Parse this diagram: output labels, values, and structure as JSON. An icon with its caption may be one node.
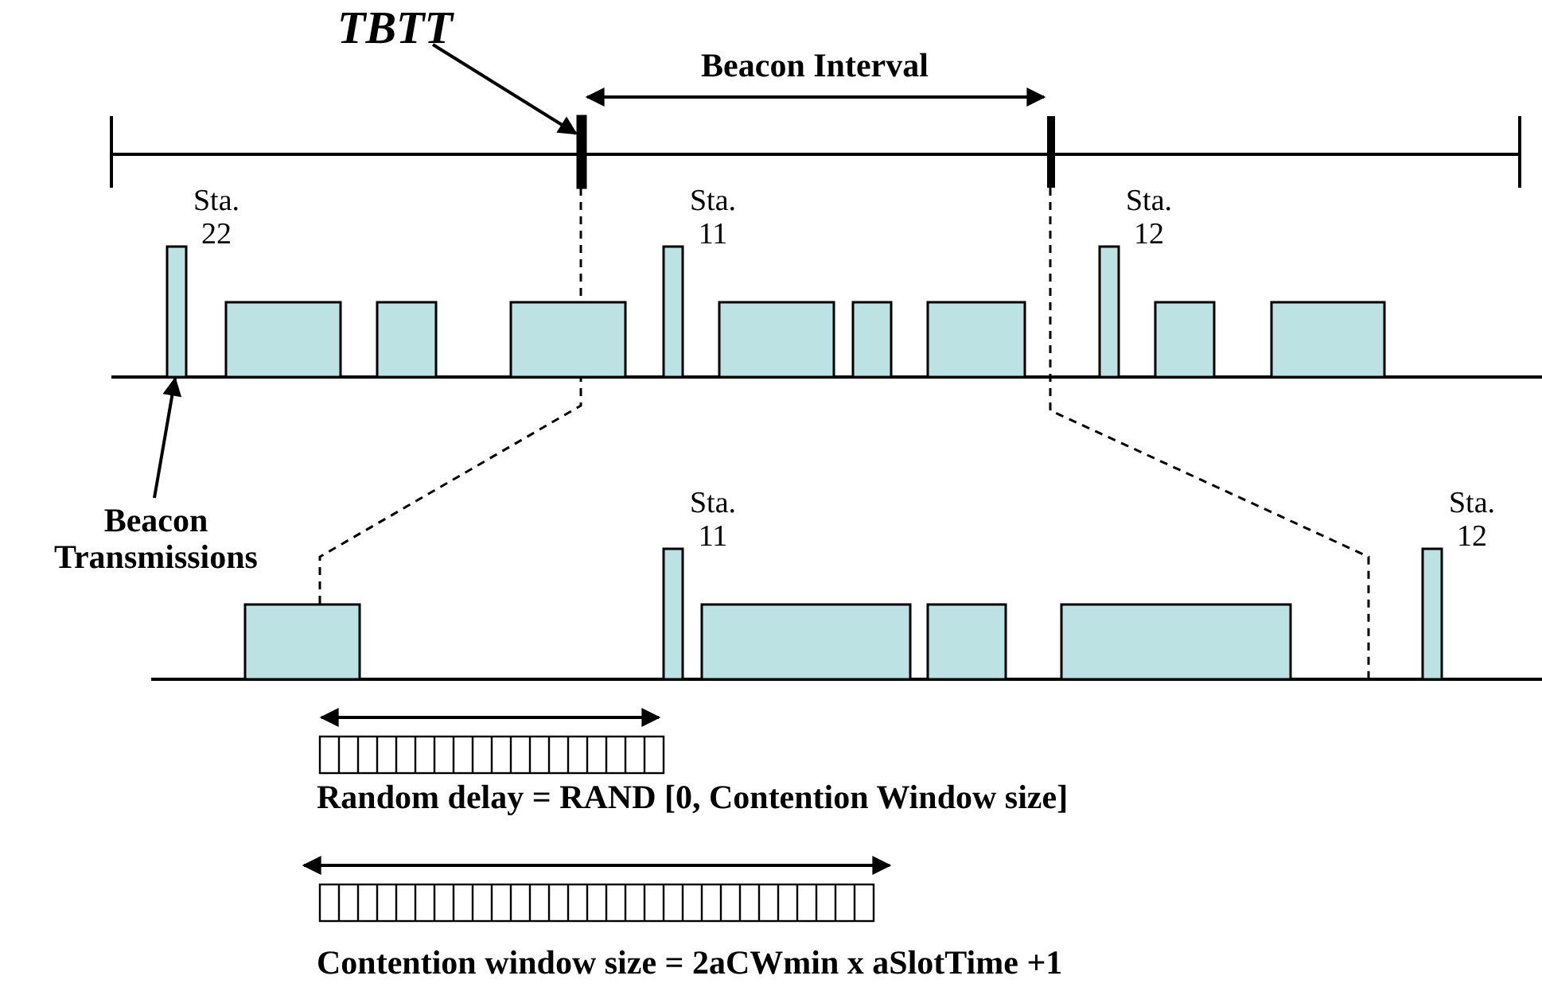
{
  "diagram": {
    "nodes": [
      {
        "text": [
          "TBTT"
        ]
      },
      {
        "text": [],
        "shape": "bar"
      },
      {
        "text": [
          "Beacon Transmissions"
        ]
      },
      {
        "text": [],
        "shape": "bar",
        "beside": [
          "Sta. 22"
        ]
      },
      {
        "text": [],
        "shape": "bar",
        "beside": [
          "Sta. 11"
        ]
      },
      {
        "text": [],
        "shape": "bar",
        "beside": [
          "Sta. 12"
        ]
      },
      {
        "text": [],
        "shape": "bar",
        "beside": [
          "Sta. 11"
        ]
      },
      {
        "text": [],
        "shape": "bar",
        "beside": [
          "Sta. 12"
        ]
      }
    ],
    "edges": [
      {
        "from": 0,
        "to": 1,
        "arrow": "to"
      },
      {
        "from": 2,
        "to": 3,
        "arrow": "to"
      }
    ],
    "labels": [
      "Beacon Interval",
      "Random delay = RAND [0, Contention Window size]",
      "Contention window size = 2aCWmin x aSlotTime +1"
    ]
  }
}
